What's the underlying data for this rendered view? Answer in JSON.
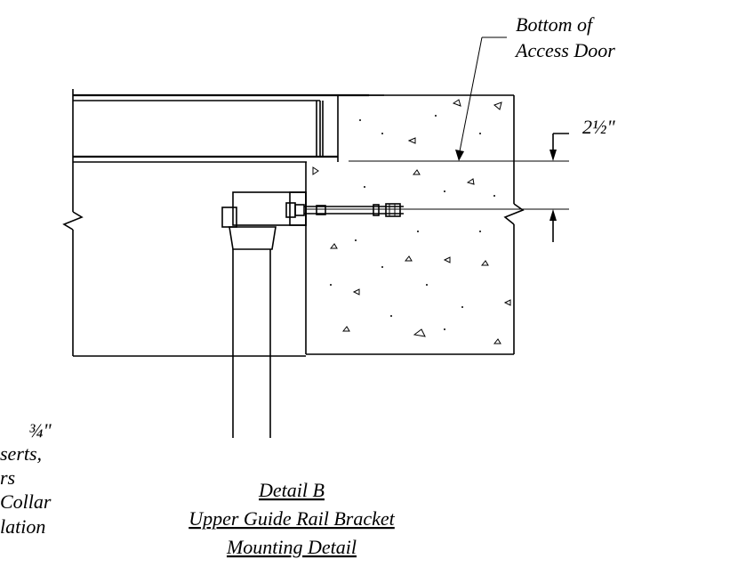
{
  "labels": {
    "bottom_of_access_door_line1": "Bottom of",
    "bottom_of_access_door_line2": "Access Door",
    "dimension": "2½\"",
    "left_note_line1": "¾\"",
    "left_note_line2": "serts,",
    "left_note_line3": "rs",
    "left_note_line4": "Collar",
    "left_note_line5": "lation"
  },
  "title": {
    "line1": "Detail B",
    "line2": "Upper Guide Rail Bracket",
    "line3": "Mounting Detail"
  }
}
